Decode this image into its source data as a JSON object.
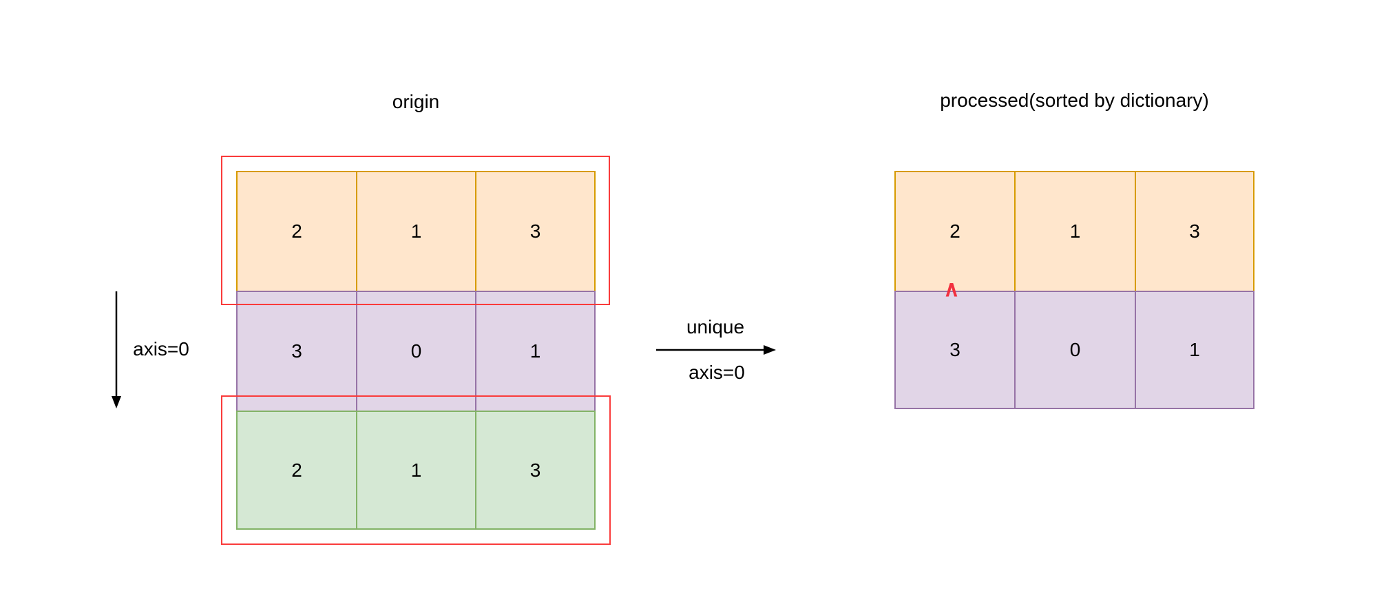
{
  "diagram": {
    "left": {
      "title": "origin",
      "axis_label": "axis=0",
      "matrix": {
        "rows": [
          {
            "color_name": "orange",
            "values": [
              2,
              1,
              3
            ]
          },
          {
            "color_name": "purple",
            "values": [
              3,
              0,
              1
            ]
          },
          {
            "color_name": "green",
            "values": [
              2,
              1,
              3
            ]
          }
        ]
      },
      "duplicate_highlighted_rows": [
        0,
        2
      ]
    },
    "transform_arrow": {
      "label_top": "unique",
      "label_bottom": "axis=0"
    },
    "right": {
      "title": "processed(sorted by dictionary)",
      "matrix": {
        "rows": [
          {
            "color_name": "orange",
            "values": [
              2,
              1,
              3
            ]
          },
          {
            "color_name": "purple",
            "values": [
              3,
              0,
              1
            ]
          }
        ]
      },
      "caret_glyph": "∧"
    },
    "colors": {
      "orange_fill": "#ffe6cc",
      "orange_border": "#d79b00",
      "purple_fill": "#e1d5e7",
      "purple_border": "#9673a6",
      "green_fill": "#d5e8d4",
      "green_border": "#82b366",
      "highlight_red": "#fa3b3b",
      "caret_red": "#f2303f",
      "arrow_black": "#000000"
    }
  }
}
